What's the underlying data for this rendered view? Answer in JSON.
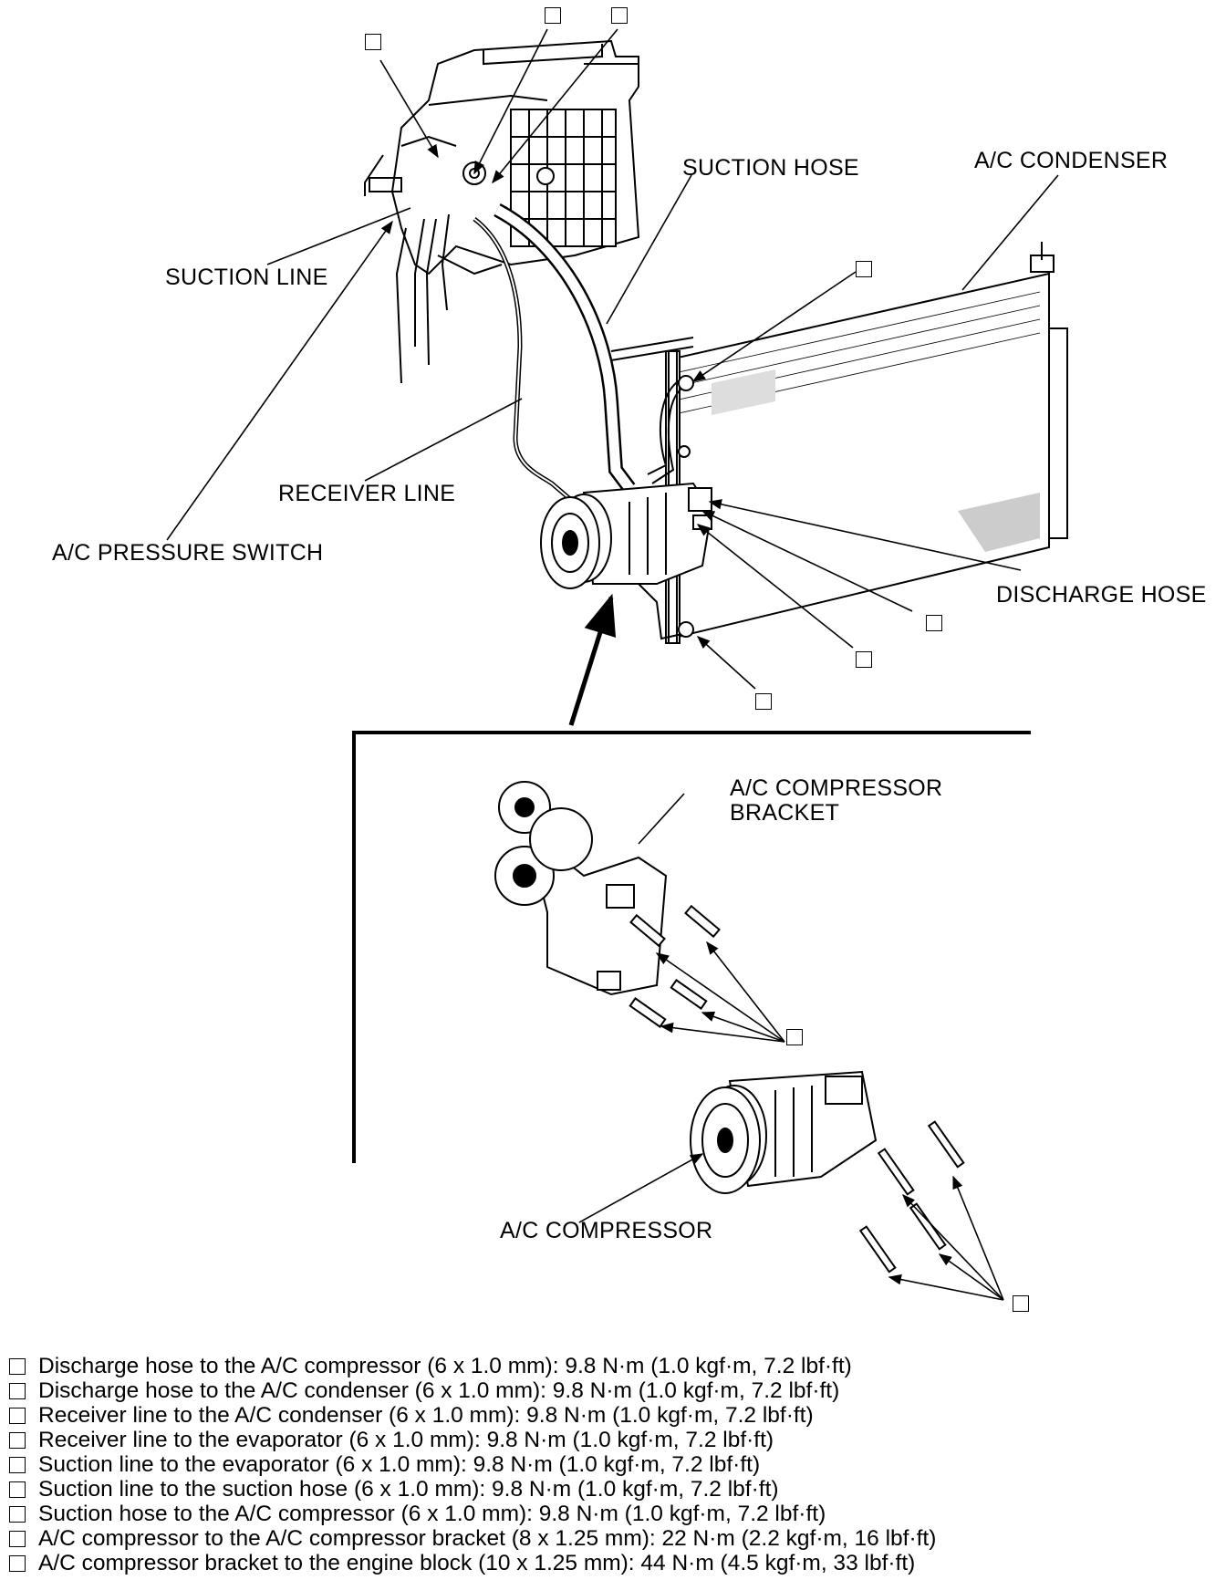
{
  "labels": {
    "suction_hose": "SUCTION HOSE",
    "ac_condenser": "A/C CONDENSER",
    "suction_line": "SUCTION LINE",
    "receiver_line": "RECEIVER LINE",
    "ac_pressure_switch": "A/C PRESSURE SWITCH",
    "discharge_hose": "DISCHARGE HOSE",
    "compressor_bracket_line1": "A/C COMPRESSOR",
    "compressor_bracket_line2": "BRACKET",
    "ac_compressor": "A/C COMPRESSOR"
  },
  "legend": [
    {
      "text": "Discharge hose to the A/C compressor (6 x 1.0 mm): 9.8 N·m (1.0 kgf·m, 7.2 lbf·ft)"
    },
    {
      "text": "Discharge hose to the A/C condenser (6 x 1.0 mm): 9.8 N·m (1.0 kgf·m, 7.2 lbf·ft)"
    },
    {
      "text": "Receiver line to the A/C condenser (6 x 1.0 mm): 9.8 N·m (1.0 kgf·m, 7.2 lbf·ft)"
    },
    {
      "text": "Receiver line to the evaporator (6 x 1.0 mm): 9.8 N·m (1.0 kgf·m, 7.2 lbf·ft)"
    },
    {
      "text": "Suction line to the evaporator (6 x 1.0 mm): 9.8 N·m (1.0 kgf·m, 7.2 lbf·ft)"
    },
    {
      "text": "Suction line to the suction hose (6 x 1.0 mm): 9.8 N·m (1.0 kgf·m, 7.2 lbf·ft)"
    },
    {
      "text": "Suction hose to the A/C compressor (6 x 1.0 mm): 9.8 N·m (1.0 kgf·m, 7.2 lbf·ft)"
    },
    {
      "text": "A/C compressor to the A/C compressor bracket (8 x 1.25 mm): 22 N·m (2.2 kgf·m, 16 lbf·ft)"
    },
    {
      "text": "A/C compressor bracket to the engine block (10 x 1.25 mm): 44 N·m (4.5 kgf·m, 33 lbf·ft)"
    }
  ]
}
